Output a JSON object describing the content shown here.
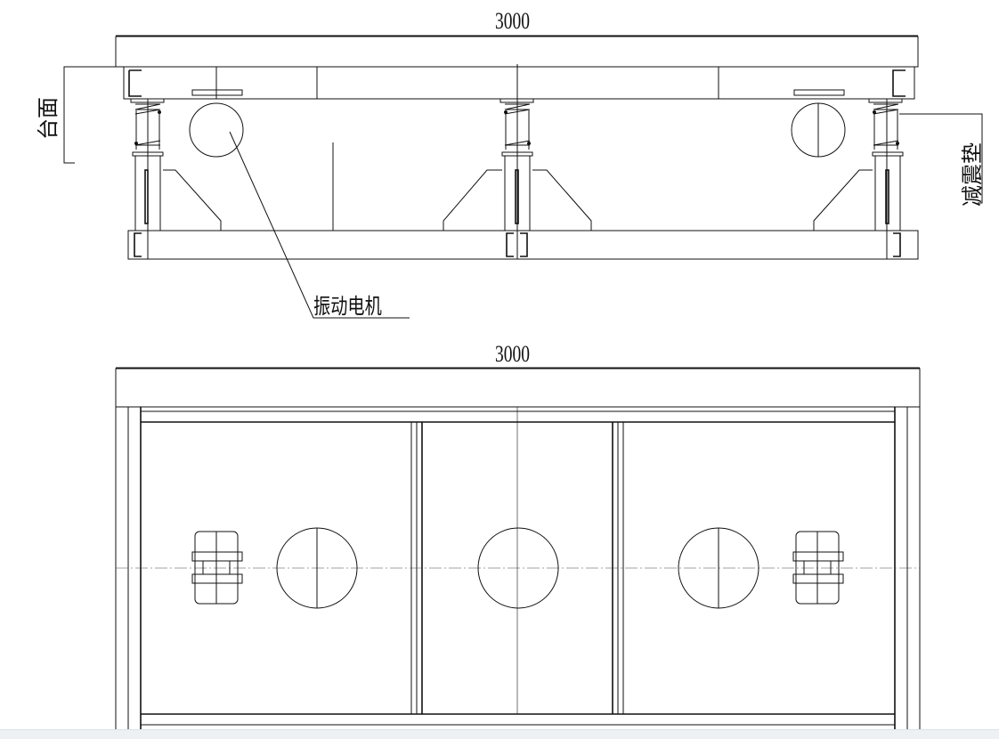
{
  "front_view": {
    "dimension": "3000",
    "label_table": "台面",
    "label_damper": "减震垫",
    "label_motor": "振动电机"
  },
  "top_view": {
    "dimension": "3000"
  },
  "colors": {
    "line": "#111111",
    "background": "#ffffff"
  }
}
